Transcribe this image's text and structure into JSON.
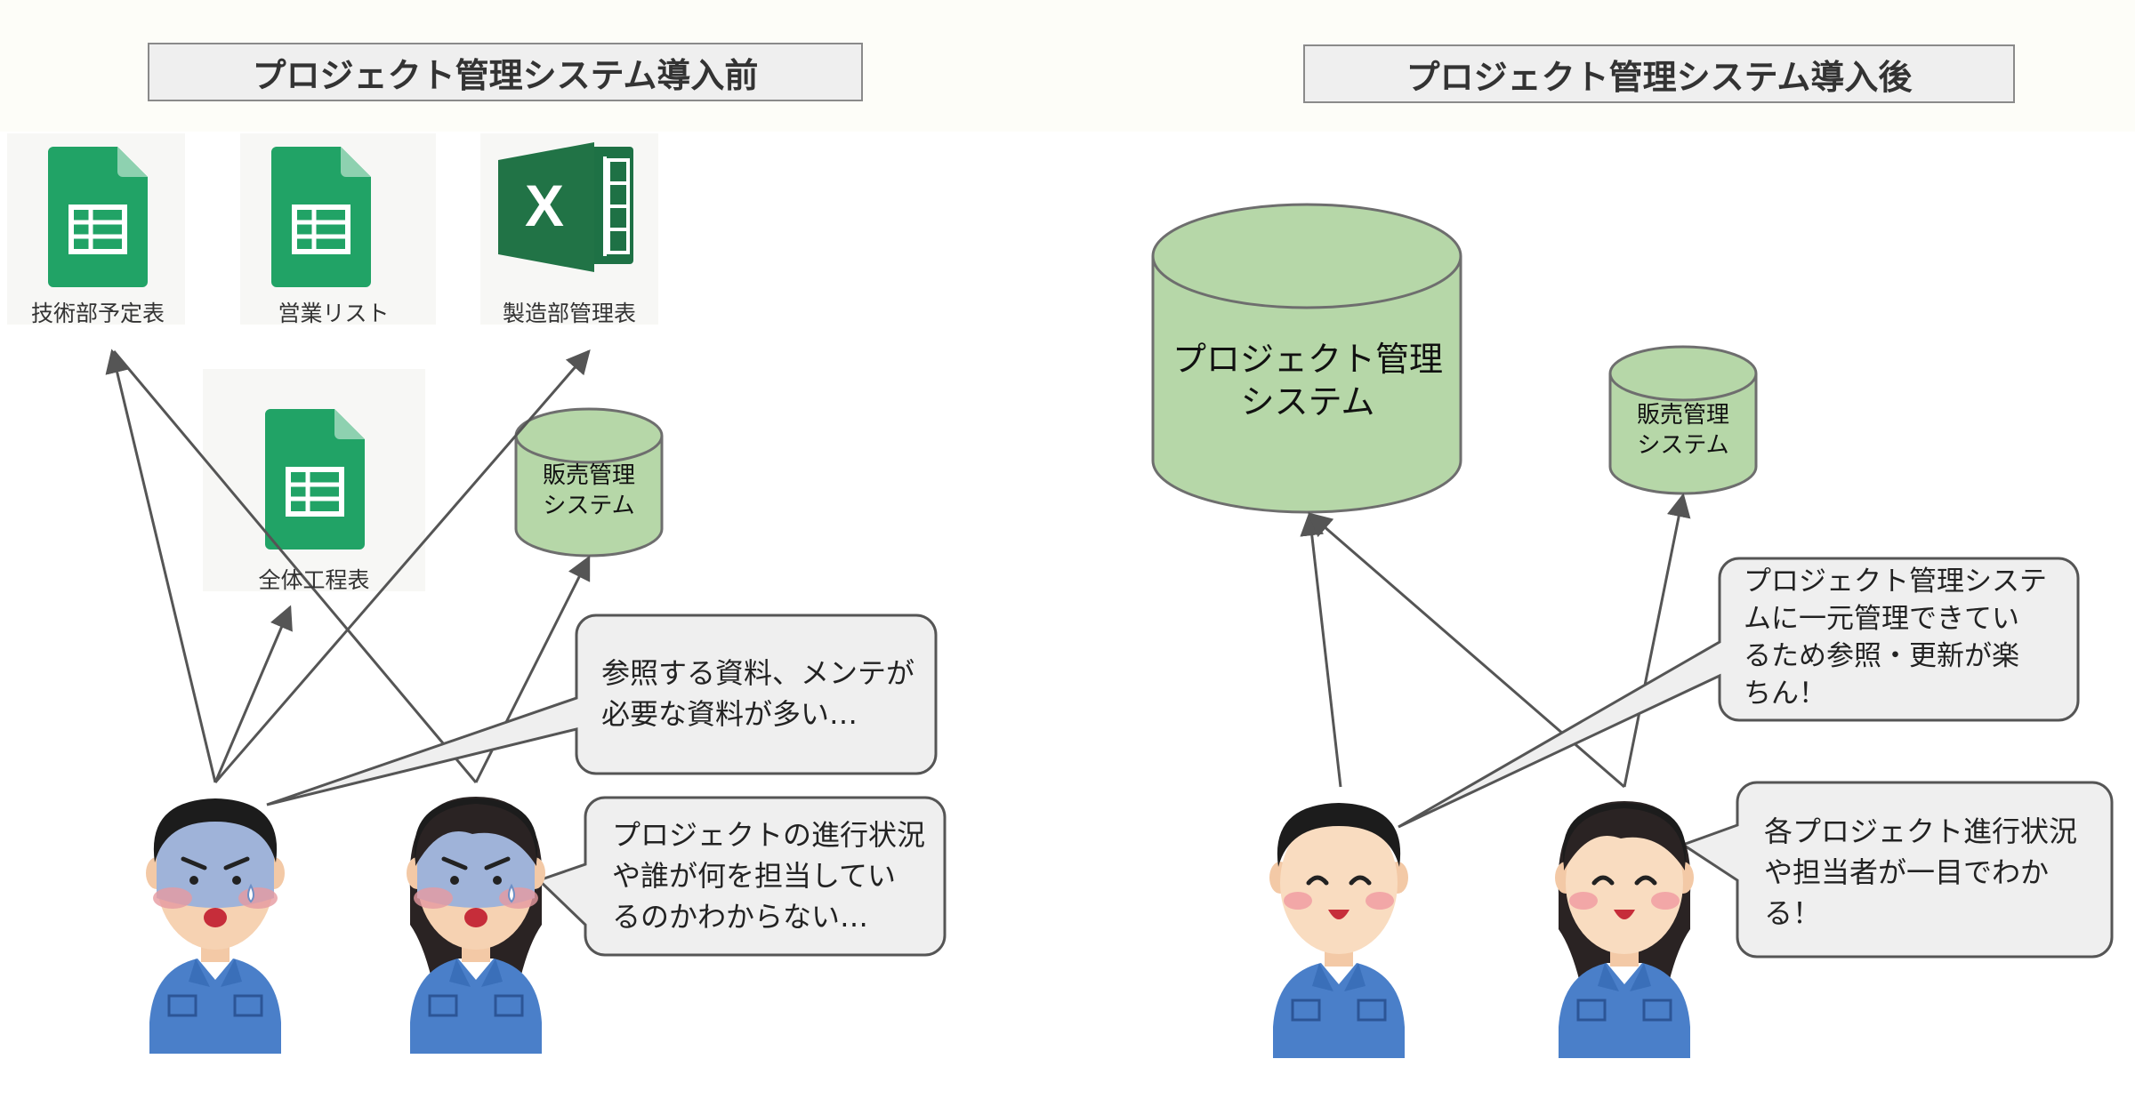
{
  "before": {
    "title": "プロジェクト管理システム導入前",
    "files": [
      {
        "label": "技術部予定表",
        "icon": "spreadsheet-icon"
      },
      {
        "label": "営業リスト",
        "icon": "spreadsheet-icon"
      },
      {
        "label": "製造部管理表",
        "icon": "excel-icon"
      },
      {
        "label": "全体工程表",
        "icon": "spreadsheet-icon"
      }
    ],
    "db_line1": "販売管理",
    "db_line2": "システム",
    "bubble1_line1": "参照する資料、メンテが",
    "bubble1_line2": "必要な資料が多い…",
    "bubble2_line1": "プロジェクトの進行状況",
    "bubble2_line2": "や誰が何を担当してい",
    "bubble2_line3": "るのかわからない…"
  },
  "after": {
    "title": "プロジェクト管理システム導入後",
    "pm_line1": "プロジェクト管理",
    "pm_line2": "システム",
    "db_line1": "販売管理",
    "db_line2": "システム",
    "bubble1_line1": "プロジェクト管理システ",
    "bubble1_line2": "ムに一元管理できてい",
    "bubble1_line3": "るため参照・更新が楽",
    "bubble1_line4": "ちん！",
    "bubble2_line1": "各プロジェクト進行状況",
    "bubble2_line2": "や担当者が一目でわか",
    "bubble2_line3": "る！"
  },
  "colors": {
    "sheet_green": "#21a366",
    "excel_green": "#1e7145",
    "cylinder_fill": "#b6d7a8",
    "bubble_fill": "#efefef",
    "uniform_blue": "#4a7fc9"
  }
}
